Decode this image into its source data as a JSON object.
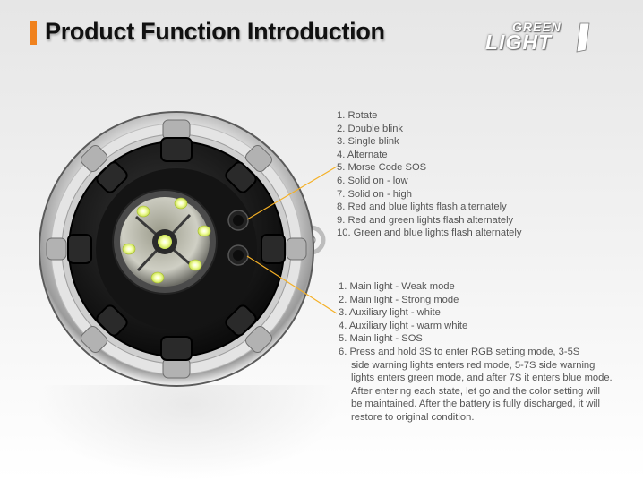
{
  "header": {
    "title": "Product Function Introduction",
    "logo_top": "GREEN",
    "logo_bottom": "LIGHT",
    "accent_color": "#f0821e"
  },
  "device": {
    "icon": "round-warning-light-icon",
    "callout_color": "#f5b025"
  },
  "button1_modes": [
    "1. Rotate",
    "2. Double blink",
    "3. Single blink",
    "4. Alternate",
    "5. Morse Code SOS",
    "6. Solid on - low",
    "7. Solid on - high",
    "8. Red and blue lights flash alternately",
    "9. Red and green lights flash alternately",
    "10. Green and blue lights flash alternately"
  ],
  "button2_modes": [
    "1. Main light - Weak mode",
    "2. Main light - Strong mode",
    "3. Auxiliary light - white",
    "4. Auxiliary light - warm white",
    "5. Main light - SOS",
    "6. Press and hold 3S to enter RGB setting mode, 3-5S"
  ],
  "button2_mode6_continuation": [
    "side warning lights enters red mode, 5-7S side warning",
    "lights enters green mode, and after 7S it enters blue mode.",
    "After entering each state, let go and the color setting will",
    "be maintained. After the battery is fully discharged, it will",
    "restore to original condition."
  ]
}
